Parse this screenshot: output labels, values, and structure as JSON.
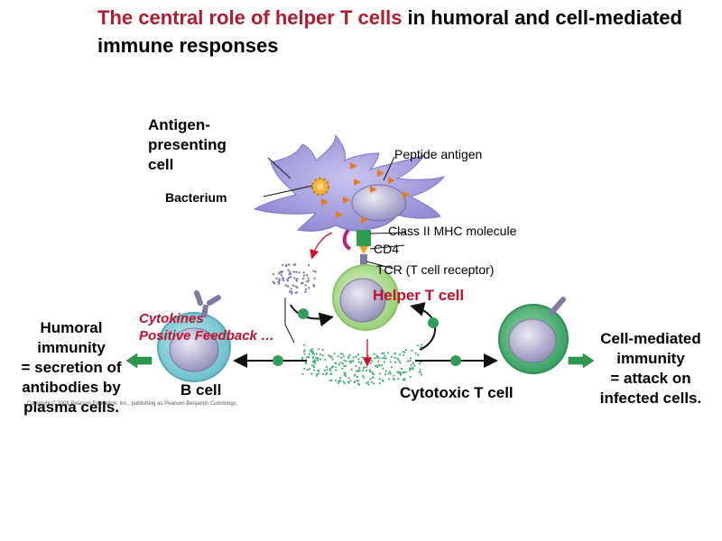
{
  "title": {
    "highlight": "The central role of helper T cells",
    "rest": " in humoral and cell-mediated immune responses"
  },
  "labels": {
    "apc": [
      "Antigen-",
      "presenting",
      "cell"
    ],
    "bacterium": "Bacterium",
    "peptide_antigen": "Peptide antigen",
    "class2_mhc": "Class II MHC molecule",
    "cd4": "CD4",
    "tcr": "TCR (T cell receptor)",
    "helper_t": "Helper T cell",
    "cytokines": "Cytokines",
    "positive_feedback": "Positive Feedback …",
    "b_cell": "B cell",
    "cytotoxic_t": "Cytotoxic T cell",
    "humoral": [
      "Humoral",
      "immunity",
      "= secretion of",
      "antibodies by",
      "plasma cells."
    ],
    "cell_mediated": [
      "Cell-mediated",
      "immunity",
      "= attack on",
      "infected cells."
    ],
    "copyright": "Copyright © 2008 Pearson Education, Inc., publishing as Pearson Benjamin Cummings."
  },
  "colors": {
    "title_highlight": "#b01c2e",
    "apc_body": "#a9a3e0",
    "helper_t_body": "#c3e3a3",
    "b_cell_body": "#8fd1d9",
    "cytotoxic_body": "#4fb67a",
    "cytokine_dots": "#3aa56d",
    "arrow_green": "#2a9a4a",
    "accent_red": "#c0102a"
  }
}
